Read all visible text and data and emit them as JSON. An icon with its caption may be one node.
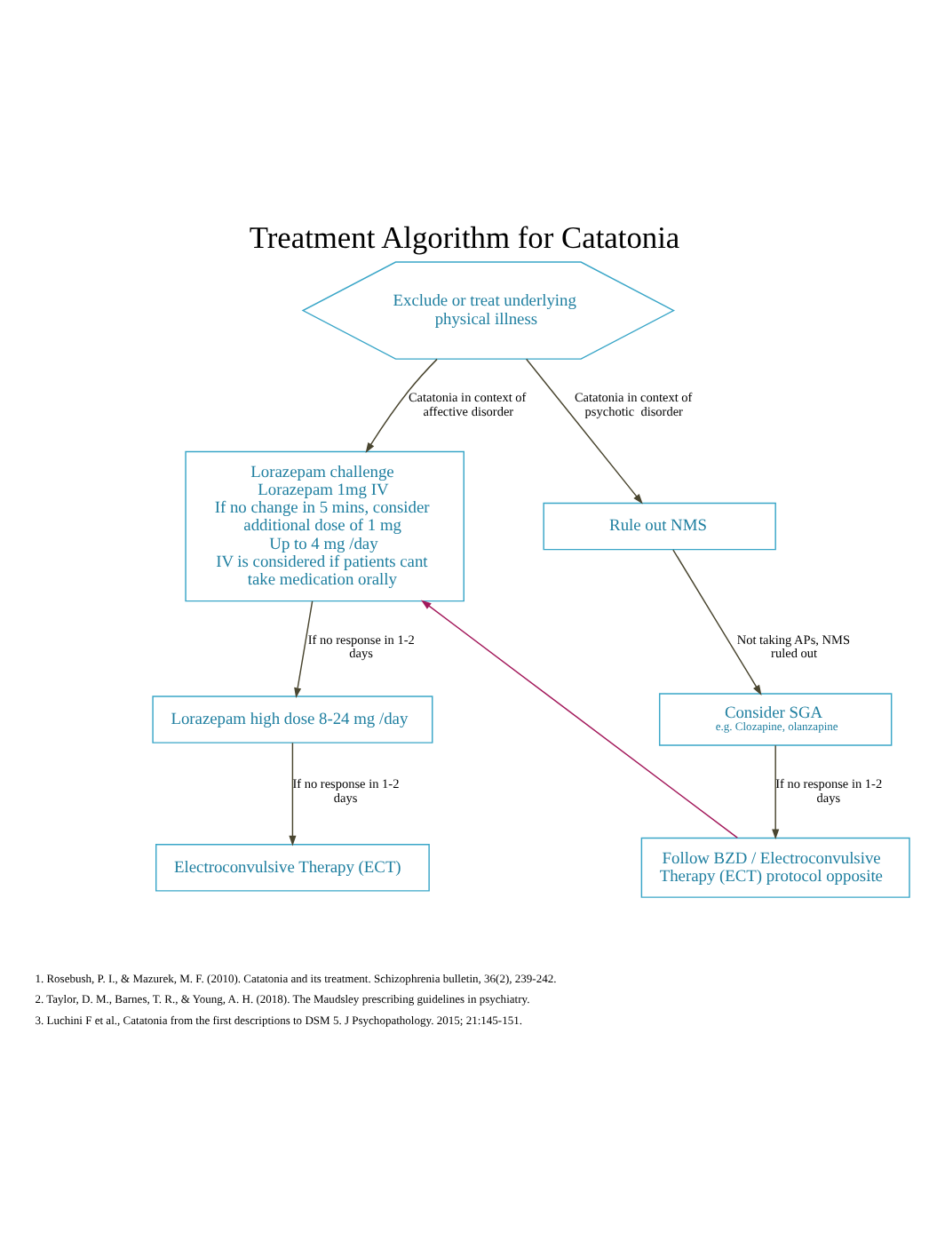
{
  "diagram": {
    "title": "Treatment Algorithm for Catatonia",
    "nodes": [
      {
        "text": [
          "Exclude or treat underlying physical illness"
        ]
      },
      {
        "text": [
          "Lorazepam challenge",
          "Lorazepam 1mg IV",
          "If no change in 5 mins, consider additional dose of 1 mg",
          "Up to 4 mg /day",
          "IV is considered if patients cant take medication orally"
        ]
      },
      {
        "text": [
          "Rule out NMS"
        ]
      },
      {
        "text": [
          "Lorazepam high dose 8-24 mg /day"
        ]
      },
      {
        "text": [
          "Consider SGA",
          "e.g. Clozapine, olanzapine"
        ]
      },
      {
        "text": [
          "Electroconvulsive Therapy (ECT)"
        ]
      },
      {
        "text": [
          "Follow BZD / Electroconvulsive Therapy (ECT) protocol opposite"
        ]
      }
    ],
    "edges": [
      {
        "from": 0,
        "to": 1,
        "arrow": "to",
        "label": "Catatonia in context of affective disorder"
      },
      {
        "from": 0,
        "to": 2,
        "arrow": "to",
        "label": "Catatonia in context of psychotic  disorder"
      },
      {
        "from": 1,
        "to": 3,
        "arrow": "to",
        "label": "If no response in 1-2 days"
      },
      {
        "from": 2,
        "to": 4,
        "arrow": "to",
        "label": "Not taking APs, NMS ruled out"
      },
      {
        "from": 3,
        "to": 5,
        "arrow": "to",
        "label": "If no response in 1-2 days"
      },
      {
        "from": 4,
        "to": 6,
        "arrow": "to",
        "label": "If no response in 1-2 days"
      },
      {
        "from": 6,
        "to": 1,
        "arrow": "to",
        "color": "#a3195b"
      }
    ],
    "labels": [
      "1. Rosebush, P. I., & Mazurek, M. F. (2010). Catatonia and its treatment. Schizophrenia bulletin, 36(2), 239-242.",
      "2. Taylor, D. M., Barnes, T. R., & Young, A. H. (2018). The Maudsley prescribing guidelines in psychiatry.",
      "3. Luchini F et al., Catatonia from the first descriptions to DSM 5. J Psychopathology. 2015; 21:145-151."
    ]
  }
}
